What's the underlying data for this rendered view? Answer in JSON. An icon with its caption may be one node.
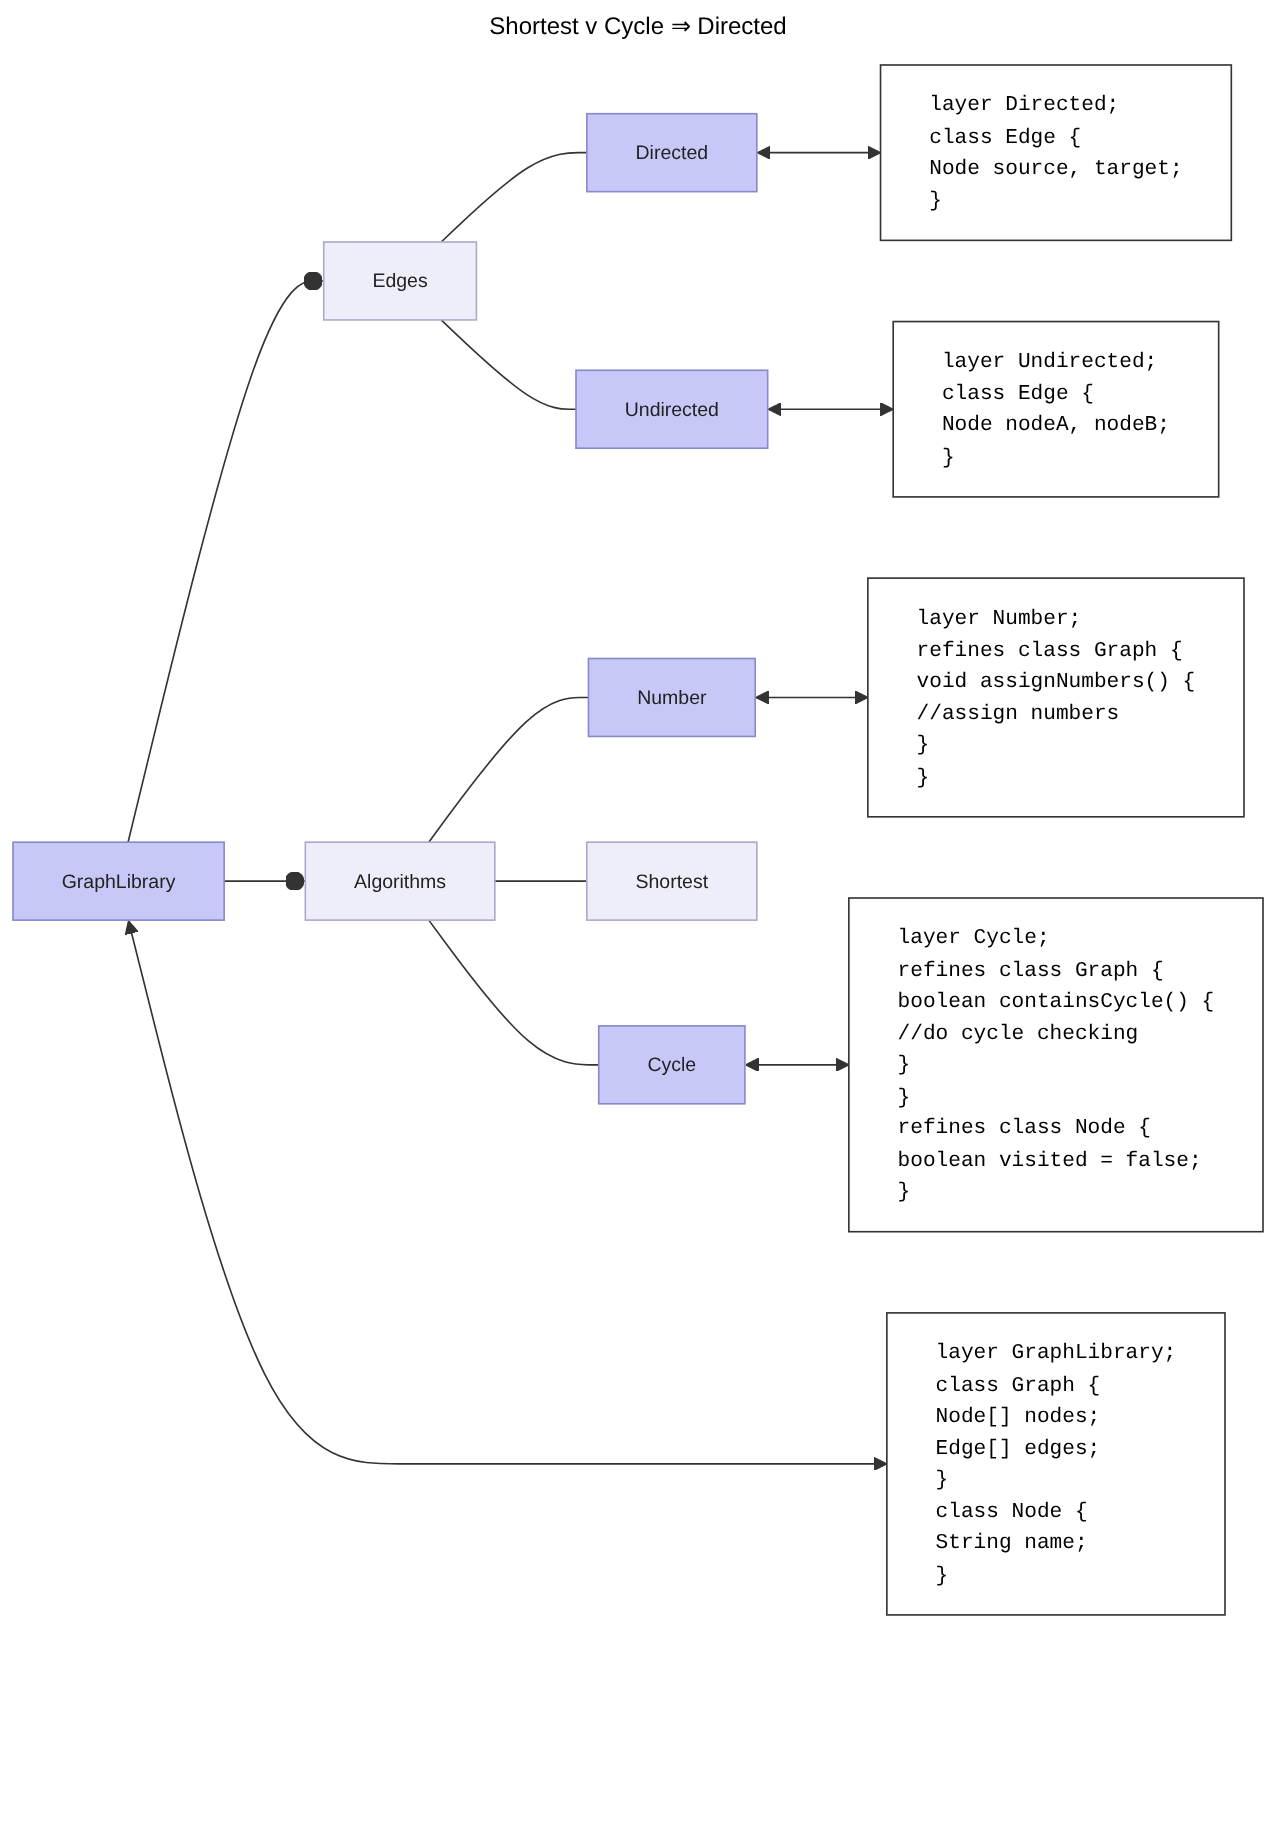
{
  "diagram": {
    "nodes": [
      {
        "text": [
          "GraphLibrary"
        ]
      },
      {
        "text": [
          "Edges"
        ]
      },
      {
        "text": [
          "Algorithms"
        ]
      },
      {
        "text": [
          "Directed"
        ]
      },
      {
        "text": [
          "Undirected"
        ]
      },
      {
        "text": [
          "Number"
        ]
      },
      {
        "text": [
          "Shortest"
        ]
      },
      {
        "text": [
          "Cycle"
        ]
      },
      {
        "text": [
          "layer GraphLibrary;",
          "class Graph {",
          "Node[] nodes;",
          "Edge[] edges;",
          "}",
          "class Node {",
          "String name;",
          "}"
        ]
      },
      {
        "text": [
          "layer Directed;",
          "class Edge {",
          "Node source, target;",
          "}"
        ]
      },
      {
        "text": [
          "layer Undirected;",
          "class Edge {",
          "Node nodeA, nodeB;",
          "}"
        ]
      },
      {
        "text": [
          "layer Cycle;",
          "refines class Graph {",
          "boolean containsCycle() {",
          "//do cycle checking",
          "}",
          "}",
          "refines class Node {",
          "boolean visited = false;",
          "}"
        ]
      },
      {
        "text": [
          "layer Number;",
          "refines class Graph {",
          "void assignNumbers() {",
          "//assign numbers",
          "}",
          "}"
        ]
      }
    ],
    "edges": [
      {
        "from": 0,
        "to": 1,
        "arrow": "other"
      },
      {
        "from": 0,
        "to": 2,
        "arrow": "other"
      },
      {
        "from": 1,
        "to": 3,
        "arrow": "none"
      },
      {
        "from": 1,
        "to": 4,
        "arrow": "none"
      },
      {
        "from": 2,
        "to": 5,
        "arrow": "none"
      },
      {
        "from": 2,
        "to": 6,
        "arrow": "none"
      },
      {
        "from": 2,
        "to": 7,
        "arrow": "none"
      },
      {
        "from": 0,
        "to": 8,
        "arrow": "both"
      },
      {
        "from": 3,
        "to": 9,
        "arrow": "both"
      },
      {
        "from": 4,
        "to": 10,
        "arrow": "both"
      },
      {
        "from": 7,
        "to": 11,
        "arrow": "both"
      },
      {
        "from": 5,
        "to": 12,
        "arrow": "both"
      }
    ],
    "labels": [
      "Shortest v Cycle ⇒ Directed"
    ]
  }
}
